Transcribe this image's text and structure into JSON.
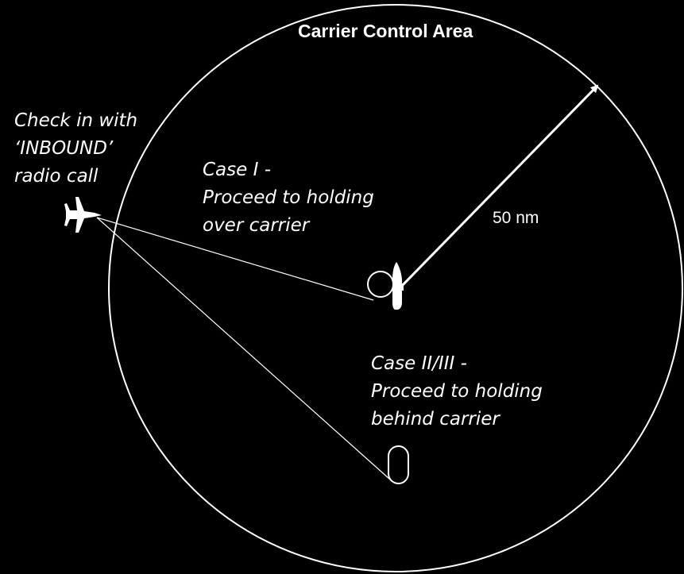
{
  "colors": {
    "background": "#000000",
    "foreground": "#ffffff"
  },
  "title": "Carrier Control Area",
  "radius_label": "50 nm",
  "check_in_note": {
    "lines": [
      "Check in with",
      "‘INBOUND’",
      "radio call"
    ]
  },
  "case_one_note": {
    "lines": [
      "Case I -",
      "Proceed to holding",
      "over carrier"
    ]
  },
  "case_two_three_note": {
    "lines": [
      "Case II/III -",
      "Proceed to holding",
      "behind carrier"
    ]
  },
  "icons": {
    "aircraft": "fighter-jet-icon",
    "carrier": "aircraft-carrier-icon"
  }
}
